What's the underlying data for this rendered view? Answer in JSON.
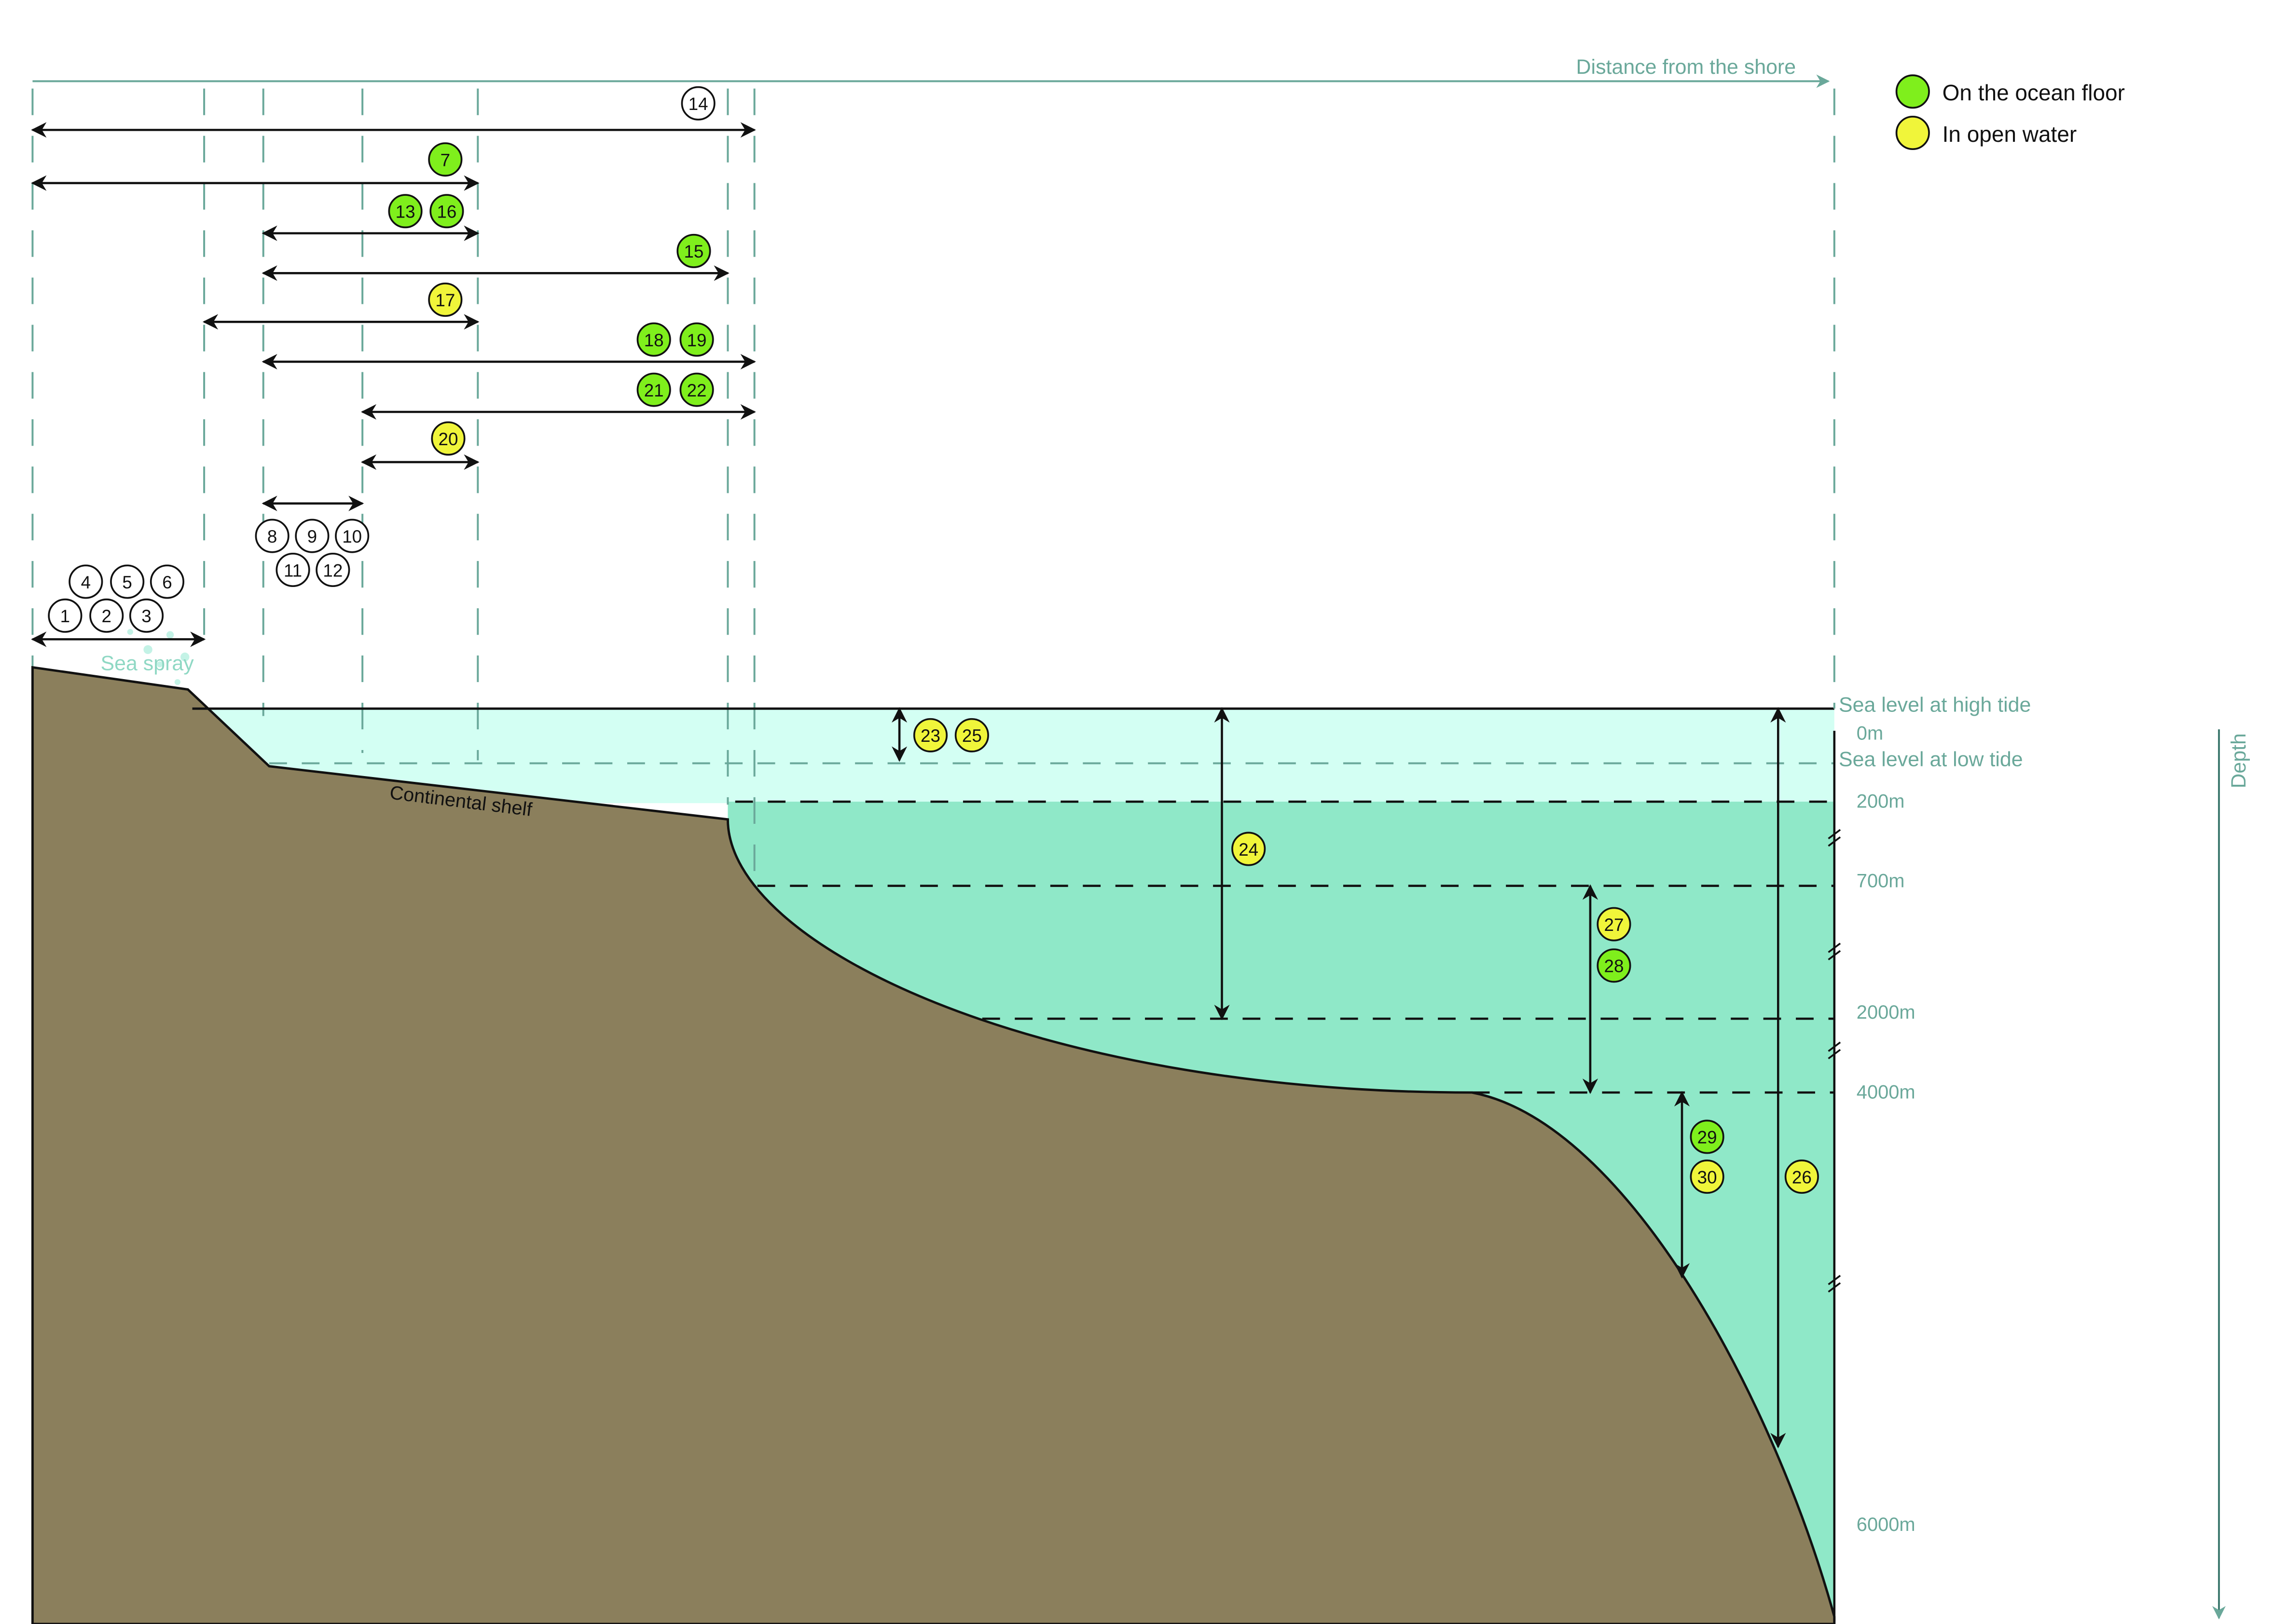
{
  "distance_axis_label": "Distance from the shore",
  "depth_axis_label": "Depth",
  "legend": [
    {
      "label": "On the ocean floor",
      "color": "#7fef1c"
    },
    {
      "label": "In open water",
      "color": "#f0f53a"
    }
  ],
  "labels": {
    "sea_spray": "Sea spray",
    "continental_shelf": "Continental shelf",
    "high_tide": "Sea level at high tide",
    "low_tide": "Sea level at low tide"
  },
  "depth_ticks": [
    "0m",
    "200m",
    "700m",
    "2000m",
    "4000m",
    "6000m"
  ],
  "colors": {
    "land": "#8b7f5c",
    "shallow_water": "#d3fff3",
    "deep_water": "#8fe8c8",
    "accent": "#6aa89a"
  },
  "badges": [
    {
      "n": "14",
      "type": "none"
    },
    {
      "n": "7",
      "type": "floor"
    },
    {
      "n": "13",
      "type": "floor"
    },
    {
      "n": "16",
      "type": "floor"
    },
    {
      "n": "15",
      "type": "floor"
    },
    {
      "n": "17",
      "type": "water"
    },
    {
      "n": "18",
      "type": "floor"
    },
    {
      "n": "19",
      "type": "floor"
    },
    {
      "n": "21",
      "type": "floor"
    },
    {
      "n": "22",
      "type": "floor"
    },
    {
      "n": "20",
      "type": "water"
    },
    {
      "n": "8",
      "type": "none"
    },
    {
      "n": "9",
      "type": "none"
    },
    {
      "n": "10",
      "type": "none"
    },
    {
      "n": "11",
      "type": "none"
    },
    {
      "n": "12",
      "type": "none"
    },
    {
      "n": "4",
      "type": "none"
    },
    {
      "n": "5",
      "type": "none"
    },
    {
      "n": "6",
      "type": "none"
    },
    {
      "n": "1",
      "type": "none"
    },
    {
      "n": "2",
      "type": "none"
    },
    {
      "n": "3",
      "type": "none"
    },
    {
      "n": "23",
      "type": "water"
    },
    {
      "n": "25",
      "type": "water"
    },
    {
      "n": "24",
      "type": "water"
    },
    {
      "n": "27",
      "type": "water"
    },
    {
      "n": "28",
      "type": "floor"
    },
    {
      "n": "29",
      "type": "floor"
    },
    {
      "n": "30",
      "type": "water"
    },
    {
      "n": "26",
      "type": "water"
    }
  ]
}
